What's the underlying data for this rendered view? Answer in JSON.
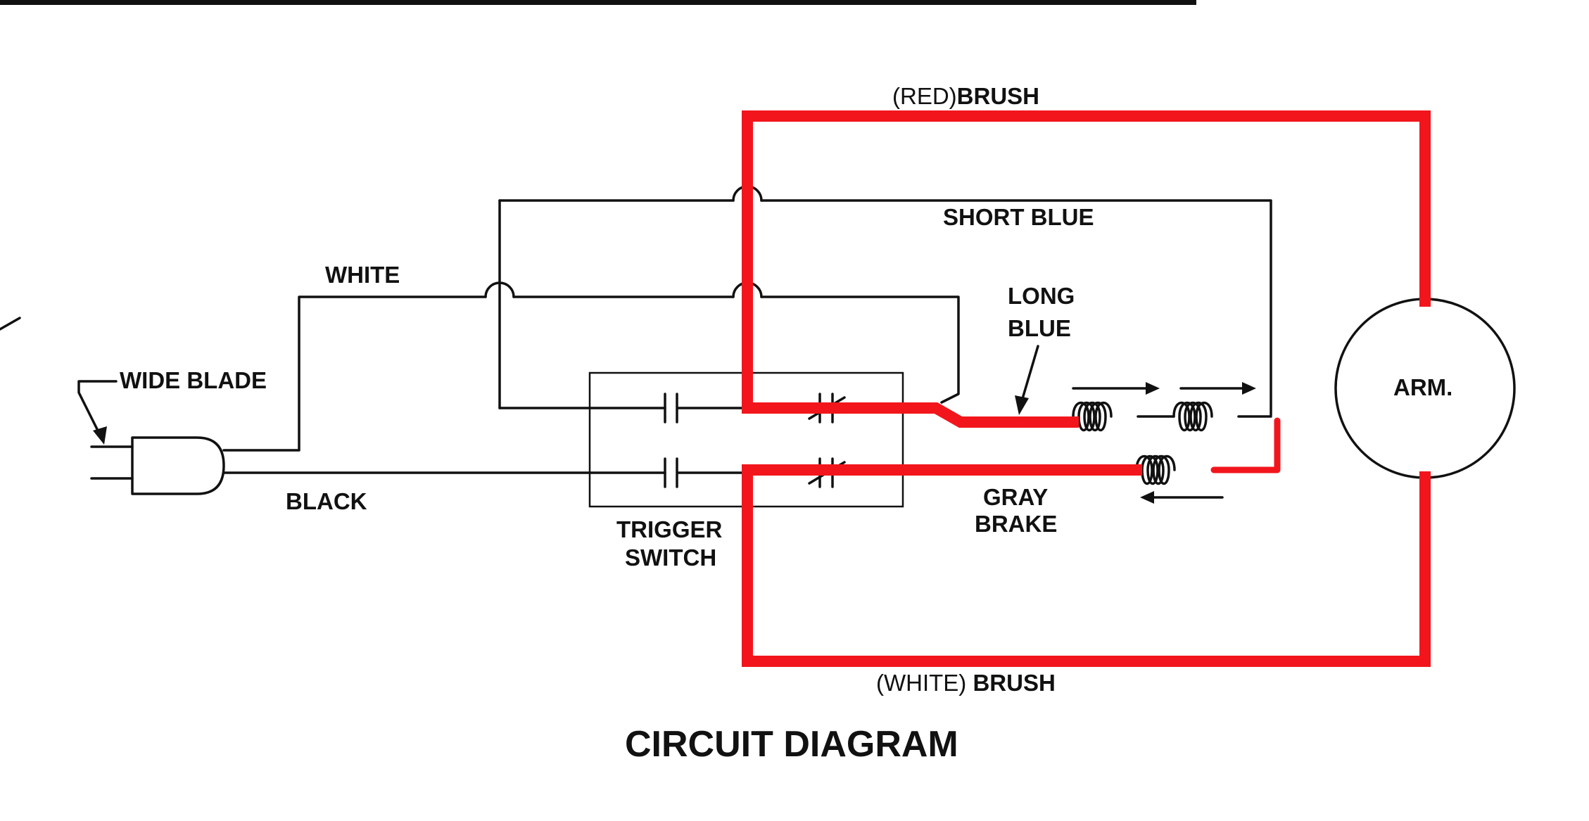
{
  "diagram": {
    "title": "CIRCUIT DIAGRAM",
    "labels": {
      "red_brush_prefix": "(RED)",
      "red_brush_suffix": "BRUSH",
      "white_brush_prefix": "(WHITE)",
      "white_brush_suffix": "BRUSH",
      "short_blue": "SHORT BLUE",
      "long_blue_line1": "LONG",
      "long_blue_line2": "BLUE",
      "white": "WHITE",
      "wide_blade": "WIDE BLADE",
      "black": "BLACK",
      "trigger_switch_line1": "TRIGGER",
      "trigger_switch_line2": "SWITCH",
      "gray_brake_line1": "GRAY",
      "gray_brake_line2": "BRAKE",
      "armature": "ARM."
    },
    "colors": {
      "wire": "#111111",
      "highlight": "#f2161c",
      "background": "#ffffff"
    }
  }
}
